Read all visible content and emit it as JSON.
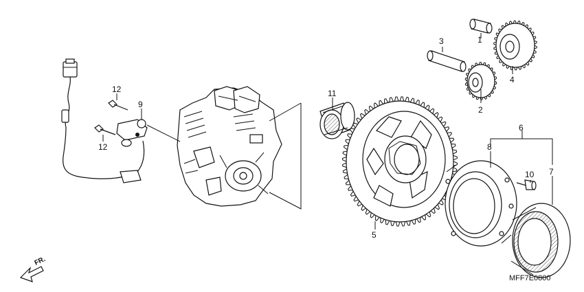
{
  "diagram": {
    "callouts": [
      {
        "id": "c1",
        "text": "1"
      },
      {
        "id": "c2",
        "text": "2"
      },
      {
        "id": "c3",
        "text": "3"
      },
      {
        "id": "c4",
        "text": "4"
      },
      {
        "id": "c5",
        "text": "5"
      },
      {
        "id": "c6",
        "text": "6"
      },
      {
        "id": "c7",
        "text": "7"
      },
      {
        "id": "c8",
        "text": "8"
      },
      {
        "id": "c9",
        "text": "9"
      },
      {
        "id": "c10",
        "text": "10"
      },
      {
        "id": "c11",
        "text": "11"
      },
      {
        "id": "c12a",
        "text": "12"
      },
      {
        "id": "c12b",
        "text": "12"
      }
    ],
    "drawing_code": "MFF7E0800",
    "direction_label": "FR."
  }
}
